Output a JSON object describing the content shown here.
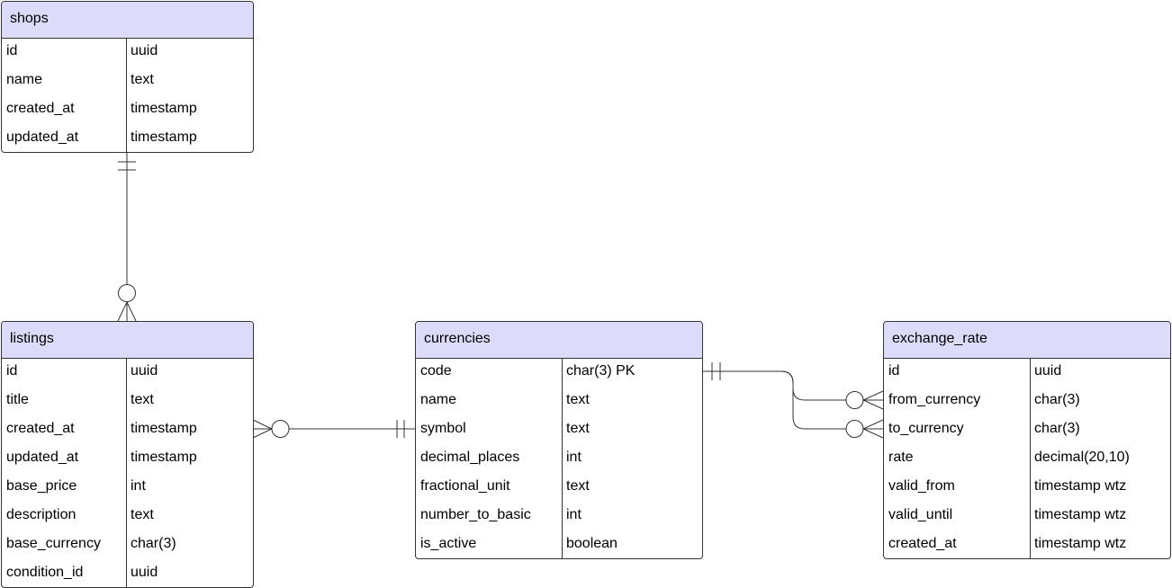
{
  "colors": {
    "header_fill": "#dcdcfa",
    "line": "#333333",
    "background": "#ffffff"
  },
  "entities": [
    {
      "key": "shops",
      "name": "shops",
      "fields": [
        {
          "name": "id",
          "type": "uuid"
        },
        {
          "name": "name",
          "type": "text"
        },
        {
          "name": "created_at",
          "type": "timestamp"
        },
        {
          "name": "updated_at",
          "type": "timestamp"
        }
      ]
    },
    {
      "key": "listings",
      "name": "listings",
      "fields": [
        {
          "name": "id",
          "type": "uuid"
        },
        {
          "name": "title",
          "type": "text"
        },
        {
          "name": "created_at",
          "type": "timestamp"
        },
        {
          "name": "updated_at",
          "type": "timestamp"
        },
        {
          "name": "base_price",
          "type": "int"
        },
        {
          "name": "description",
          "type": "text"
        },
        {
          "name": "base_currency",
          "type": "char(3)"
        },
        {
          "name": "condition_id",
          "type": "uuid"
        }
      ]
    },
    {
      "key": "currencies",
      "name": "currencies",
      "fields": [
        {
          "name": "code",
          "type": "char(3) PK"
        },
        {
          "name": "name",
          "type": "text"
        },
        {
          "name": "symbol",
          "type": "text"
        },
        {
          "name": "decimal_places",
          "type": "int"
        },
        {
          "name": "fractional_unit",
          "type": "text"
        },
        {
          "name": "number_to_basic",
          "type": "int"
        },
        {
          "name": "is_active",
          "type": "boolean"
        }
      ]
    },
    {
      "key": "exchange_rate",
      "name": "exchange_rate",
      "fields": [
        {
          "name": "id",
          "type": "uuid"
        },
        {
          "name": "from_currency",
          "type": "char(3)"
        },
        {
          "name": "to_currency",
          "type": "char(3)"
        },
        {
          "name": "rate",
          "type": "decimal(20,10)"
        },
        {
          "name": "valid_from",
          "type": "timestamp wtz"
        },
        {
          "name": "valid_until",
          "type": "timestamp wtz"
        },
        {
          "name": "created_at",
          "type": "timestamp wtz"
        }
      ]
    }
  ],
  "relationships": [
    {
      "from": "shops",
      "from_cardinality": "exactly-one",
      "to": "listings",
      "to_cardinality": "zero-or-many"
    },
    {
      "from": "currencies",
      "from_cardinality": "exactly-one",
      "to": "listings",
      "to_cardinality": "zero-or-many"
    },
    {
      "from": "currencies",
      "from_cardinality": "exactly-one",
      "to": "exchange_rate",
      "to_field": "from_currency",
      "to_cardinality": "zero-or-many"
    },
    {
      "from": "currencies",
      "from_cardinality": "exactly-one",
      "to": "exchange_rate",
      "to_field": "to_currency",
      "to_cardinality": "zero-or-many"
    }
  ]
}
